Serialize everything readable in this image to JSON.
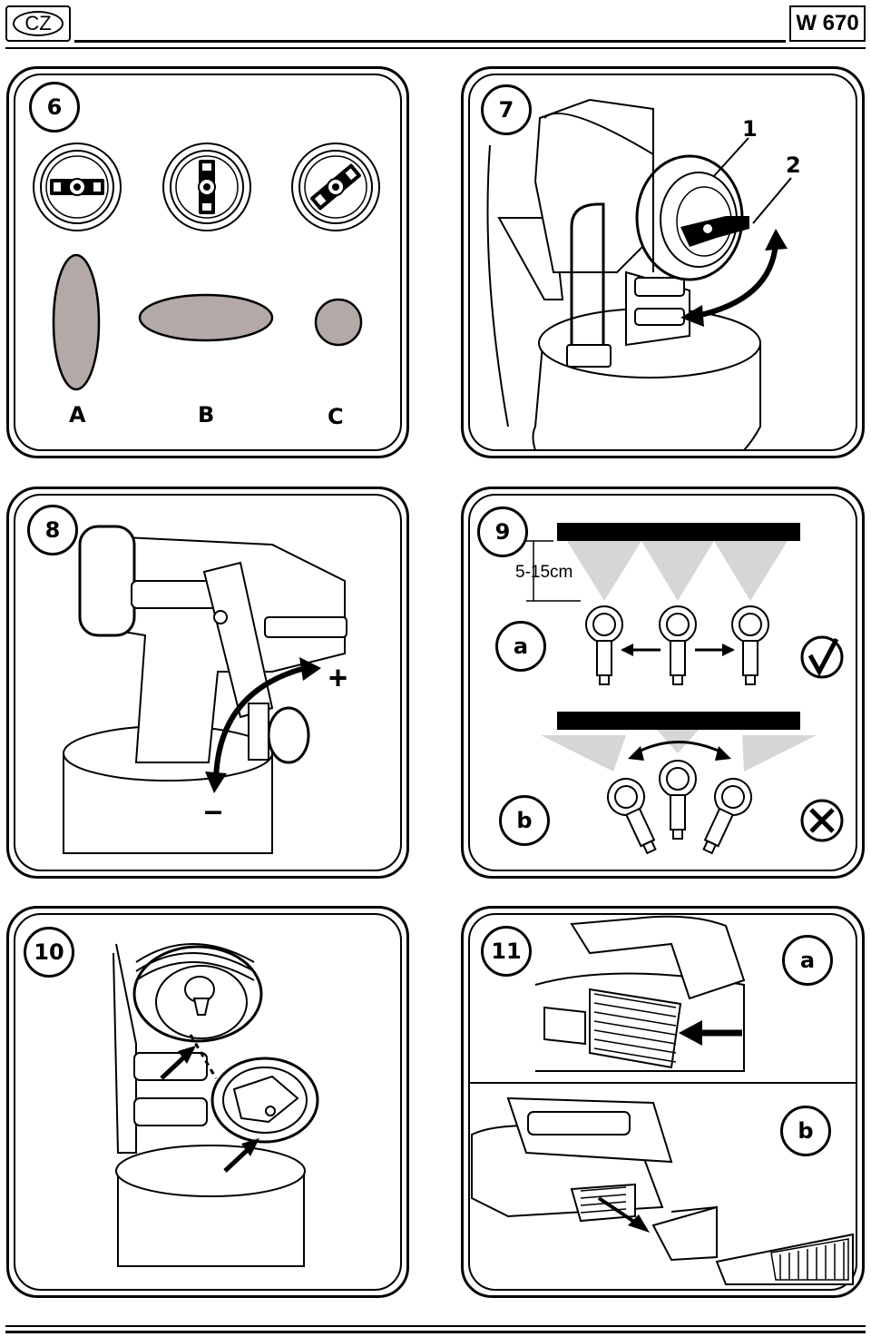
{
  "header": {
    "language_code": "CZ",
    "model": "W 670"
  },
  "panels": {
    "p6": {
      "number": "6",
      "labels": [
        "A",
        "B",
        "C"
      ]
    },
    "p7": {
      "number": "7",
      "callouts": [
        "1",
        "2"
      ]
    },
    "p8": {
      "number": "8",
      "plus": "+",
      "minus": "–"
    },
    "p9": {
      "number": "9",
      "distance": "5-15cm",
      "sub_a": "a",
      "sub_b": "b"
    },
    "p10": {
      "number": "10"
    },
    "p11": {
      "number": "11",
      "sub_a": "a",
      "sub_b": "b"
    }
  },
  "colors": {
    "spray_fill": "#b3a9a7",
    "cone_fill": "#d6d6d6"
  },
  "icons": [
    "check-icon",
    "cross-icon",
    "arrow-icon"
  ]
}
